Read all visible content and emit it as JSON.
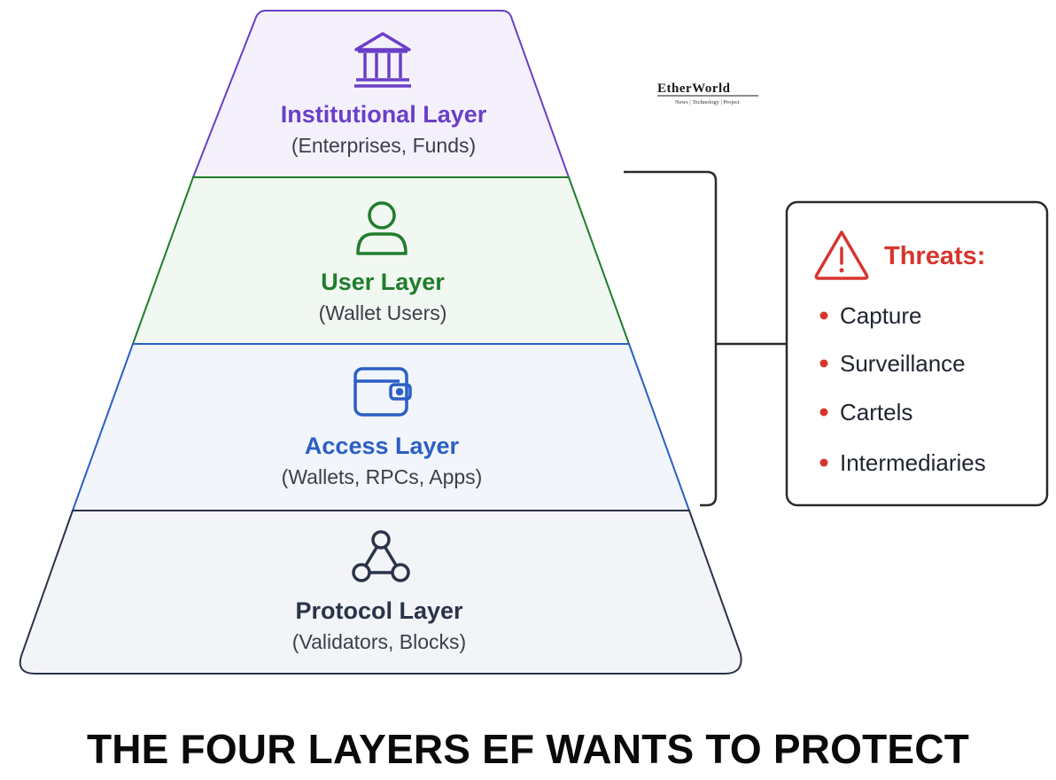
{
  "logo": {
    "name": "EtherWorld",
    "tagline": "News | Technology | Project"
  },
  "layers": [
    {
      "title": "Institutional Layer",
      "subtitle": "(Enterprises, Funds)",
      "icon": "bank-icon",
      "color": "#6a3fc7",
      "fill": "#f4f1fc"
    },
    {
      "title": "User Layer",
      "subtitle": "(Wallet Users)",
      "icon": "user-icon",
      "color": "#1f7d2c",
      "fill": "#f1f7f1"
    },
    {
      "title": "Access Layer",
      "subtitle": "(Wallets, RPCs, Apps)",
      "icon": "wallet-icon",
      "color": "#2b5fc4",
      "fill": "#f2f5fc"
    },
    {
      "title": "Protocol Layer",
      "subtitle": "(Validators, Blocks)",
      "icon": "network-icon",
      "color": "#2a3348",
      "fill": "#f3f4f8"
    }
  ],
  "threats": {
    "title": "Threats:",
    "color": "#d6352f",
    "items": [
      "Capture",
      "Surveillance",
      "Cartels",
      "Intermediaries"
    ]
  },
  "caption": "THE FOUR LAYERS EF WANTS TO PROTECT"
}
